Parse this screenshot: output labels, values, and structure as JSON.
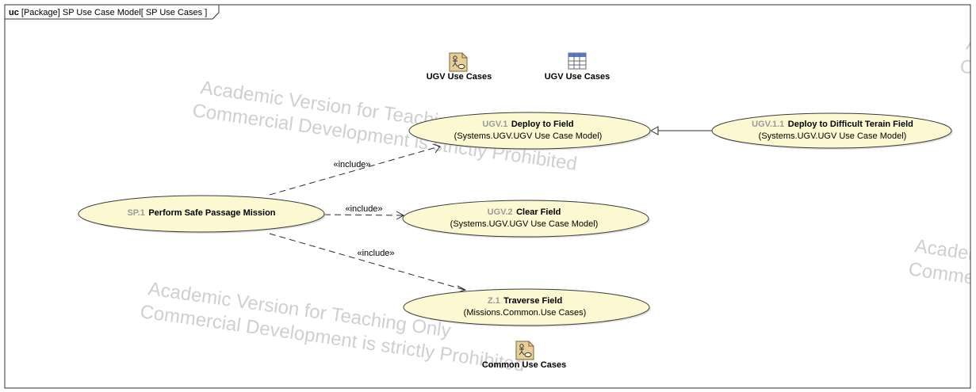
{
  "frame": {
    "title_kind": "uc",
    "title_rest": " [Package] SP Use Case Model[ SP Use Cases ]"
  },
  "shortcuts": [
    {
      "label": "UGV Use Cases",
      "icon": "use-case-diagram-icon"
    },
    {
      "label": "UGV Use Cases",
      "icon": "table-icon"
    },
    {
      "label": "Common Use Cases",
      "icon": "use-case-diagram-icon"
    }
  ],
  "use_cases": [
    {
      "id": "UGV.1",
      "name": "Deploy to Field",
      "owner": "(Systems.UGV.UGV Use Case Model)"
    },
    {
      "id": "UGV.1.1",
      "name": "Deploy to Difficult Terain Field",
      "owner": "(Systems.UGV.UGV Use Case Model)"
    },
    {
      "id": "SP.1",
      "name": "Perform Safe Passage Mission",
      "owner": ""
    },
    {
      "id": "UGV.2",
      "name": "Clear Field",
      "owner": "(Systems.UGV.UGV Use Case Model)"
    },
    {
      "id": "Z.1",
      "name": "Traverse Field",
      "owner": "(Missions.Common.Use Cases)"
    }
  ],
  "relationships": [
    {
      "type": "include",
      "stereotype": "«include»",
      "from": "SP.1",
      "to": "UGV.1"
    },
    {
      "type": "include",
      "stereotype": "«include»",
      "from": "SP.1",
      "to": "UGV.2"
    },
    {
      "type": "include",
      "stereotype": "«include»",
      "from": "SP.1",
      "to": "Z.1"
    },
    {
      "type": "generalization",
      "from": "UGV.1.1",
      "to": "UGV.1"
    }
  ],
  "watermarks": [
    {
      "line1": "Academic Version for Teaching Only",
      "line2": "Commercial Development is strictly Prohibited"
    },
    {
      "line1": "Academic Version for Teaching Only",
      "line2": "Commercial Development is strictly Prohibited"
    },
    {
      "line1": "Academic Version for Teaching Only",
      "line2": "Commercial Development is strictly Prohibited"
    },
    {
      "line1": "Academic Version for Teaching Only",
      "line2": "Commercial Development is strictly Prohibited"
    }
  ],
  "colors": {
    "use_case_fill": "#fbf8d2",
    "id_text": "#9a9a9a",
    "watermark": "#cfcfcf"
  }
}
